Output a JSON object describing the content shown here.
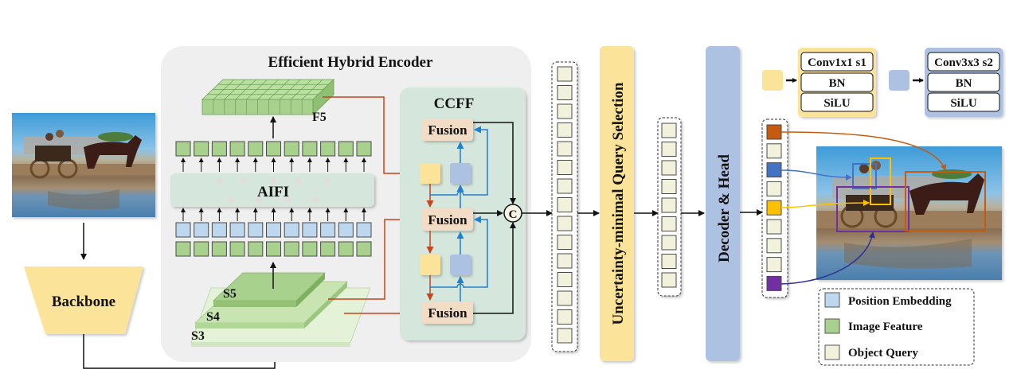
{
  "encoder": {
    "title": "Efficient Hybrid Encoder",
    "f5_label": "F5",
    "aifi_label": "AIFI",
    "s5_label": "S5",
    "s4_label": "S4",
    "s3_label": "S3",
    "token_count": 11
  },
  "backbone": {
    "label": "Backbone"
  },
  "ccff": {
    "title": "CCFF",
    "fusion_labels": [
      "Fusion",
      "Fusion",
      "Fusion"
    ],
    "concat_symbol": "C"
  },
  "query_selection": {
    "label": "Uncertainty-minimal Query Selection"
  },
  "decoder": {
    "label": "Decoder & Head"
  },
  "queries": {
    "encoder_output_count": 15,
    "selected_count": 9,
    "output_slots": [
      {
        "color": "#c55a11"
      },
      {
        "color": "#f2f2dc"
      },
      {
        "color": "#4472c4"
      },
      {
        "color": "#f2f2dc"
      },
      {
        "color": "#ffc000"
      },
      {
        "color": "#f2f2dc"
      },
      {
        "color": "#f2f2dc"
      },
      {
        "color": "#f2f2dc"
      },
      {
        "color": "#7030a0"
      }
    ]
  },
  "blocks": {
    "yellow_block": [
      "Conv1x1 s1",
      "BN",
      "SiLU"
    ],
    "blue_block": [
      "Conv3x3 s2",
      "BN",
      "SiLU"
    ]
  },
  "legend": {
    "items": [
      {
        "label": "Position Embedding",
        "color": "#bdd7ee"
      },
      {
        "label": "Image Feature",
        "color": "#a9d18e"
      },
      {
        "label": "Object Query",
        "color": "#f2f2dc"
      }
    ]
  },
  "detections": [
    {
      "object": "horse",
      "color": "#c55a11"
    },
    {
      "object": "person-1",
      "color": "#4472c4"
    },
    {
      "object": "person-2",
      "color": "#ffc000"
    },
    {
      "object": "carriage",
      "color": "#7030a0"
    }
  ],
  "colors": {
    "image_feature": "#a9d18e",
    "position_embedding": "#bdd7ee",
    "object_query": "#f2f2dc",
    "backbone": "#fbe49a",
    "query_selection": "#fbe49a",
    "decoder": "#adc2e3",
    "ccff_bg": "#d5e6dc",
    "encoder_bg": "#efefef",
    "fusion": "#f3dcc6",
    "orange_arrow": "#c8441a",
    "blue_arrow": "#1f7fd0"
  }
}
